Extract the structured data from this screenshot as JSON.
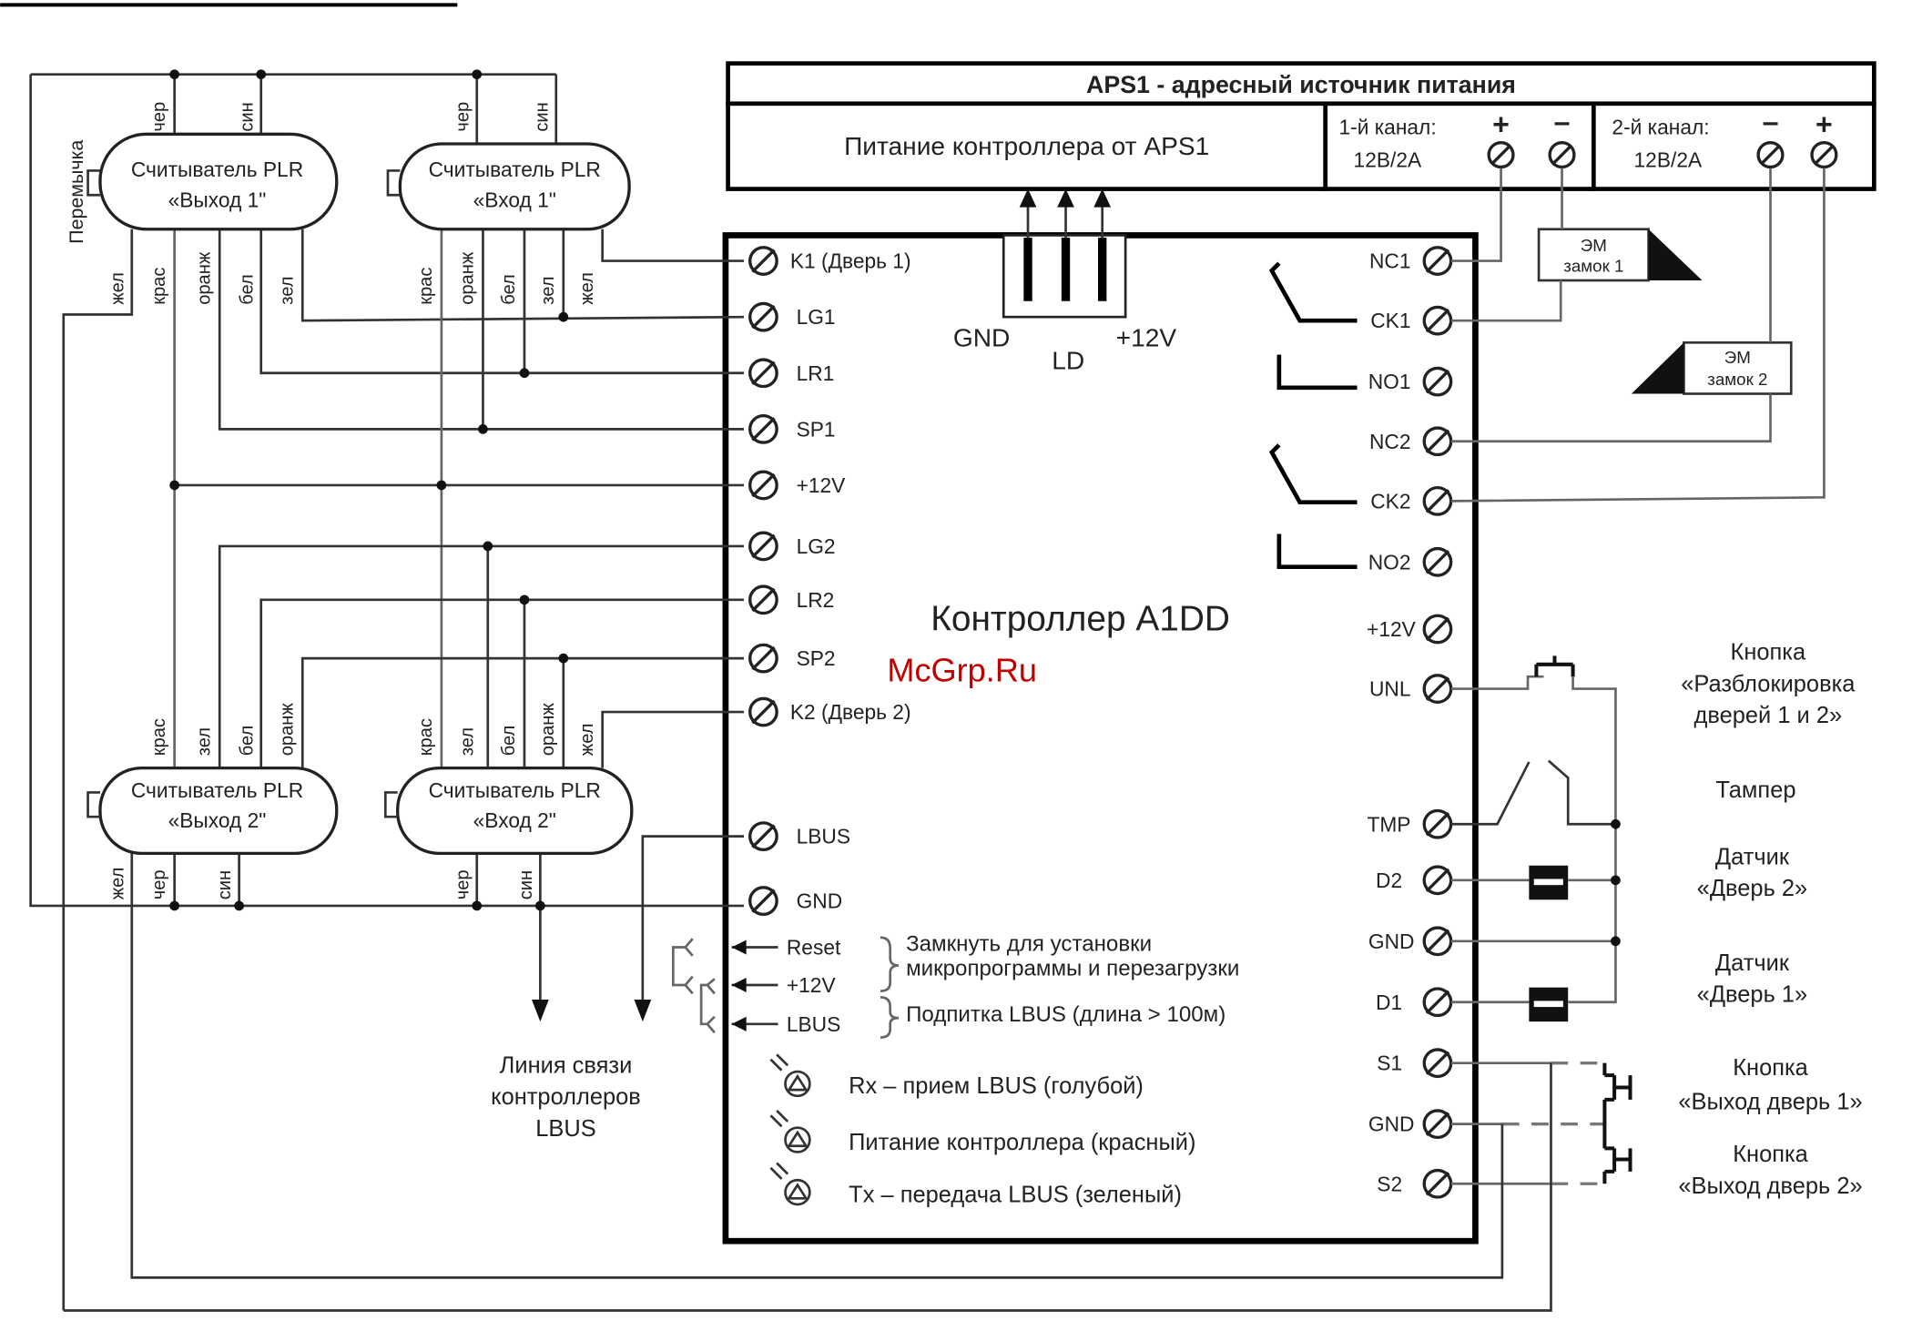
{
  "aps": {
    "title": "APS1 - адресный источник питания",
    "power_label": "Питание контроллера от APS1",
    "ch1_label": "1-й канал:",
    "ch1_rating": "12В/2А",
    "ch1_plus": "+",
    "ch1_minus": "–",
    "ch2_label": "2-й канал:",
    "ch2_rating": "12В/2А",
    "ch2_minus": "–",
    "ch2_plus": "+"
  },
  "controller": {
    "title": "Контроллер A1DD",
    "watermark": "McGrp.Ru",
    "ld": {
      "gnd": "GND",
      "name": "LD",
      "v12": "+12V"
    },
    "left_terminals": [
      {
        "label": "K1 (Дверь 1)"
      },
      {
        "label": "LG1"
      },
      {
        "label": "LR1"
      },
      {
        "label": "SP1"
      },
      {
        "label": "+12V"
      },
      {
        "label": "LG2"
      },
      {
        "label": "LR2"
      },
      {
        "label": "SP2"
      },
      {
        "label": "K2 (Дверь 2)"
      },
      {
        "label": "LBUS"
      },
      {
        "label": "GND"
      }
    ],
    "right_terminals": [
      {
        "label": "NC1"
      },
      {
        "label": "CK1"
      },
      {
        "label": "NO1"
      },
      {
        "label": "NC2"
      },
      {
        "label": "CK2"
      },
      {
        "label": "NO2"
      },
      {
        "label": "+12V"
      },
      {
        "label": "UNL"
      },
      {
        "label": "TMP"
      },
      {
        "label": "D2"
      },
      {
        "label": "GND"
      },
      {
        "label": "D1"
      },
      {
        "label": "S1"
      },
      {
        "label": "GND"
      },
      {
        "label": "S2"
      }
    ],
    "jumpers": {
      "reset": "Reset",
      "v12": "+12V",
      "lbus": "LBUS",
      "note1_line1": "Замкнуть для установки",
      "note1_line2": "микропрограммы и перезагрузки",
      "note2": "Подпитка LBUS (длина > 100м)"
    },
    "leds": [
      {
        "label": "Rx – прием LBUS (голубой)"
      },
      {
        "label": "Питание контроллера (красный)"
      },
      {
        "label": "Tx – передача LBUS (зеленый)"
      }
    ]
  },
  "locks": {
    "lock1_line1": "ЭМ",
    "lock1_line2": "замок 1",
    "lock2_line1": "ЭМ",
    "lock2_line2": "замок 2"
  },
  "readers": {
    "r1": {
      "line1": "Считыватель PLR",
      "line2": "«Выход 1\""
    },
    "r2": {
      "line1": "Считыватель PLR",
      "line2": "«Вход 1\""
    },
    "r3": {
      "line1": "Считыватель PLR",
      "line2": "«Выход 2\""
    },
    "r4": {
      "line1": "Считыватель PLR",
      "line2": "«Вход 2\""
    },
    "jumper_label": "Перемычка"
  },
  "wires": {
    "cher": "чер",
    "sin": "син",
    "zhel": "жел",
    "kras": "крас",
    "oranzh": "оранж",
    "bel": "бел",
    "zel": "зел"
  },
  "lbus_line": {
    "line1": "Линия связи",
    "line2": "контроллеров",
    "line3": "LBUS"
  },
  "right_labels": {
    "unlock_1": "Кнопка",
    "unlock_2": "«Разблокировка",
    "unlock_3": "дверей 1 и 2»",
    "tamper": "Тампер",
    "d2_1": "Датчик",
    "d2_2": "«Дверь 2»",
    "d1_1": "Датчик",
    "d1_2": "«Дверь 1»",
    "exit1_1": "Кнопка",
    "exit1_2": "«Выход дверь 1»",
    "exit2_1": "Кнопка",
    "exit2_2": "«Выход дверь 2»"
  }
}
